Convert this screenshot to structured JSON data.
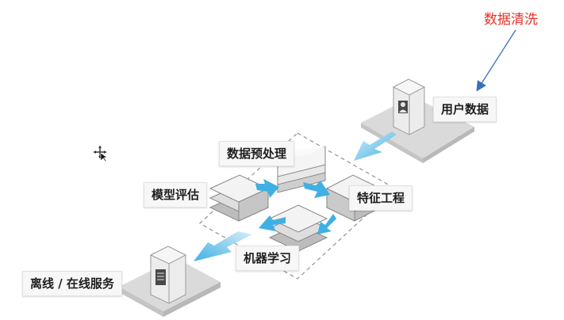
{
  "annotation": {
    "text": "数据清洗",
    "color": "#e8322a"
  },
  "nodes": {
    "user_data": {
      "label": "用户数据"
    },
    "preprocess": {
      "label": "数据预处理"
    },
    "model_eval": {
      "label": "模型评估"
    },
    "feature_eng": {
      "label": "特征工程"
    },
    "machine_learning": {
      "label": "机器学习"
    },
    "service": {
      "label": "离线 / 在线服务"
    }
  },
  "colors": {
    "arrow_blue": "#3fb0e3",
    "arrow_light": "#cfe9f6",
    "platform": "#dcdcdc",
    "annotation_arrow": "#3a6fb8"
  },
  "icons": {
    "cursor": "move-cursor-icon",
    "user_server": "user-server-icon",
    "doc_server": "document-server-icon"
  }
}
